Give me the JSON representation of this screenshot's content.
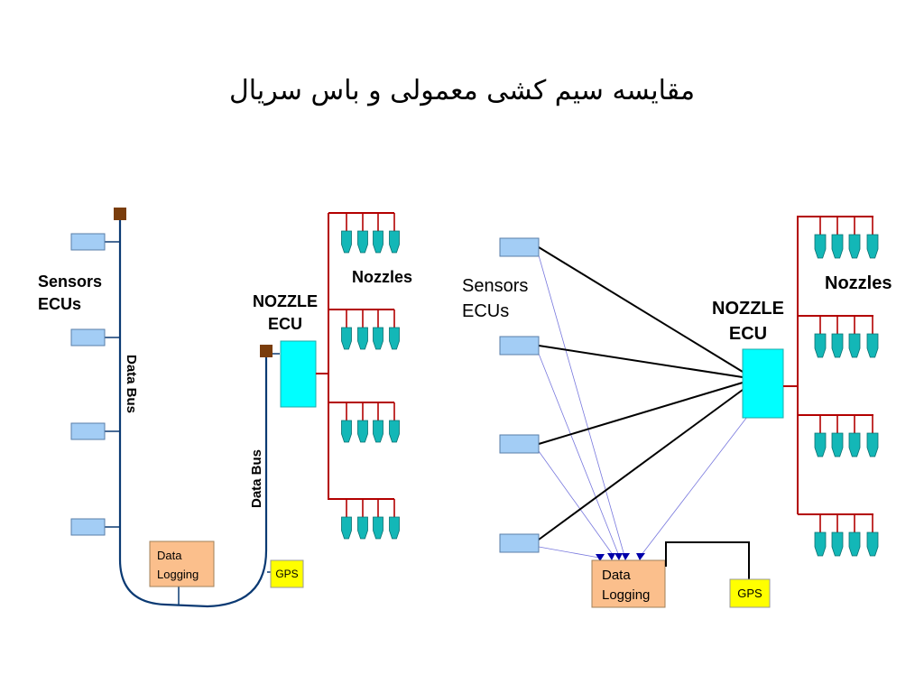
{
  "title": "مقایسه سیم کشی معمولی و باس سریال",
  "left": {
    "sensors_label_line1": "Sensors",
    "sensors_label_line2": "ECUs",
    "data_bus_left": "Data Bus",
    "data_bus_right": "Data Bus",
    "nozzle_ecu_line1": "NOZZLE",
    "nozzle_ecu_line2": "ECU",
    "nozzles_label": "Nozzles",
    "data_logging_line1": "Data",
    "data_logging_line2": "Logging",
    "gps_label": "GPS"
  },
  "right": {
    "sensors_label_line1": "Sensors",
    "sensors_label_line2": "ECUs",
    "nozzle_ecu_line1": "NOZZLE",
    "nozzle_ecu_line2": "ECU",
    "nozzles_label": "Nozzles",
    "data_logging_line1": "Data",
    "data_logging_line2": "Logging",
    "gps_label": "GPS"
  },
  "colors": {
    "sensor_fill": "#a3cdf5",
    "ecu_fill": "#00ffff",
    "nozzle_fill": "#13b7b7",
    "red_wire": "#b30000",
    "bus_wire": "#0b3a73",
    "logging_fill": "#fbbf8c",
    "gps_fill": "#ffff00",
    "terminator_fill": "#7a3d0c",
    "thin_link": "#7777dd"
  }
}
